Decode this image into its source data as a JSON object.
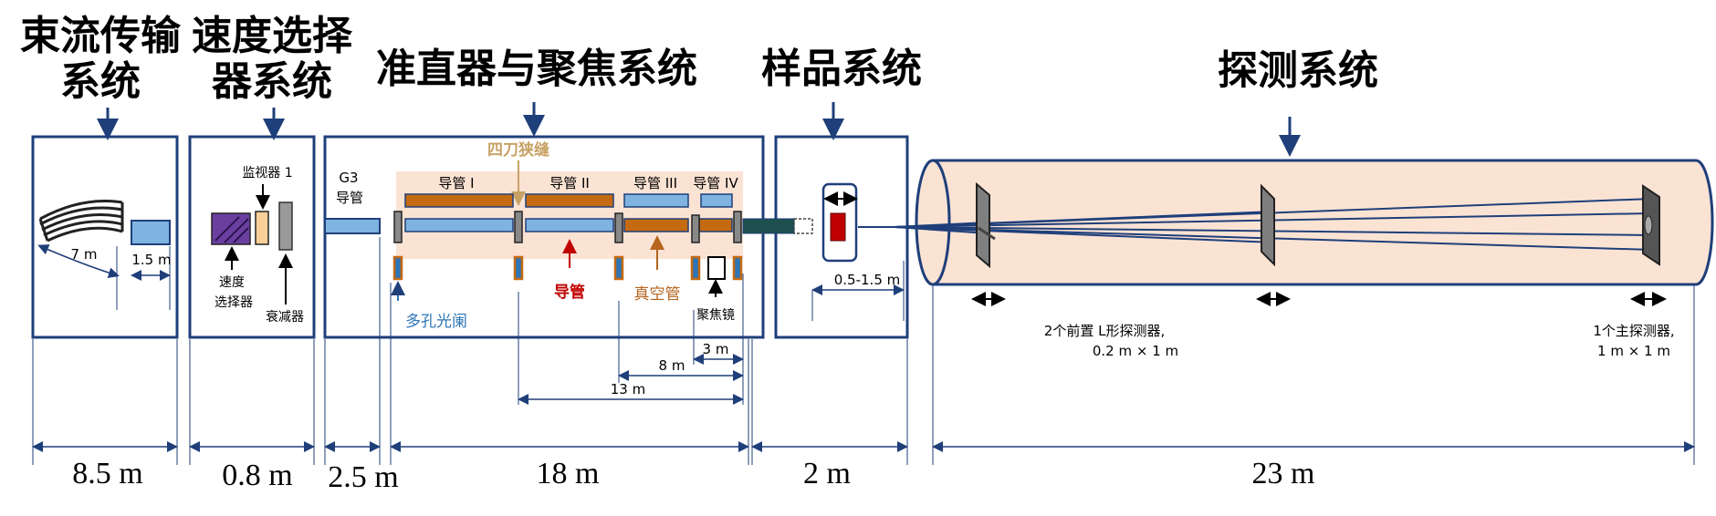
{
  "sections": {
    "transport": {
      "title_line1": "束流传输",
      "title_line2": "系统",
      "len_7m": "7 m",
      "len_15m": "1.5 m",
      "total": "8.5 m"
    },
    "velocity": {
      "title_line1": "速度选择",
      "title_line2": "器系统",
      "monitor": "监视器 1",
      "selector_line1": "速度",
      "selector_line2": "选择器",
      "attenuator": "衰减器",
      "total": "0.8 m"
    },
    "g3": {
      "label_line1": "G3",
      "label_line2": "导管",
      "total": "2.5 m"
    },
    "collimator": {
      "title": "准直器与聚焦系统",
      "four_blade_slit": "四刀狭缝",
      "guide1": "导管 I",
      "guide2": "导管 II",
      "guide3": "导管 III",
      "guide4": "导管 IV",
      "multi_aperture": "多孔光阑",
      "guide": "导管",
      "vacuum": "真空管",
      "focus_mirror": "聚焦镜",
      "d3": "3 m",
      "d8": "8 m",
      "d13": "13 m",
      "total": "18 m"
    },
    "sample": {
      "title": "样品系统",
      "range": "0.5-1.5 m",
      "total": "2 m"
    },
    "detector": {
      "title": "探测系统",
      "front_line1": "2个前置 L形探测器,",
      "front_line2": "0.2 m × 1 m",
      "main_line1": "1个主探测器,",
      "main_line2": "1 m × 1 m",
      "total": "23 m"
    }
  },
  "colors": {
    "frame": "#1f3f7a",
    "guide_orange": "#c46a12",
    "guide_blue": "#7fb3e0",
    "band": "#fbe3d4",
    "selector": "#6b3fa0",
    "red": "#c00000",
    "gold": "#c8a165",
    "vacuum_text": "#b5651d",
    "blue_text": "#2e75b6"
  }
}
